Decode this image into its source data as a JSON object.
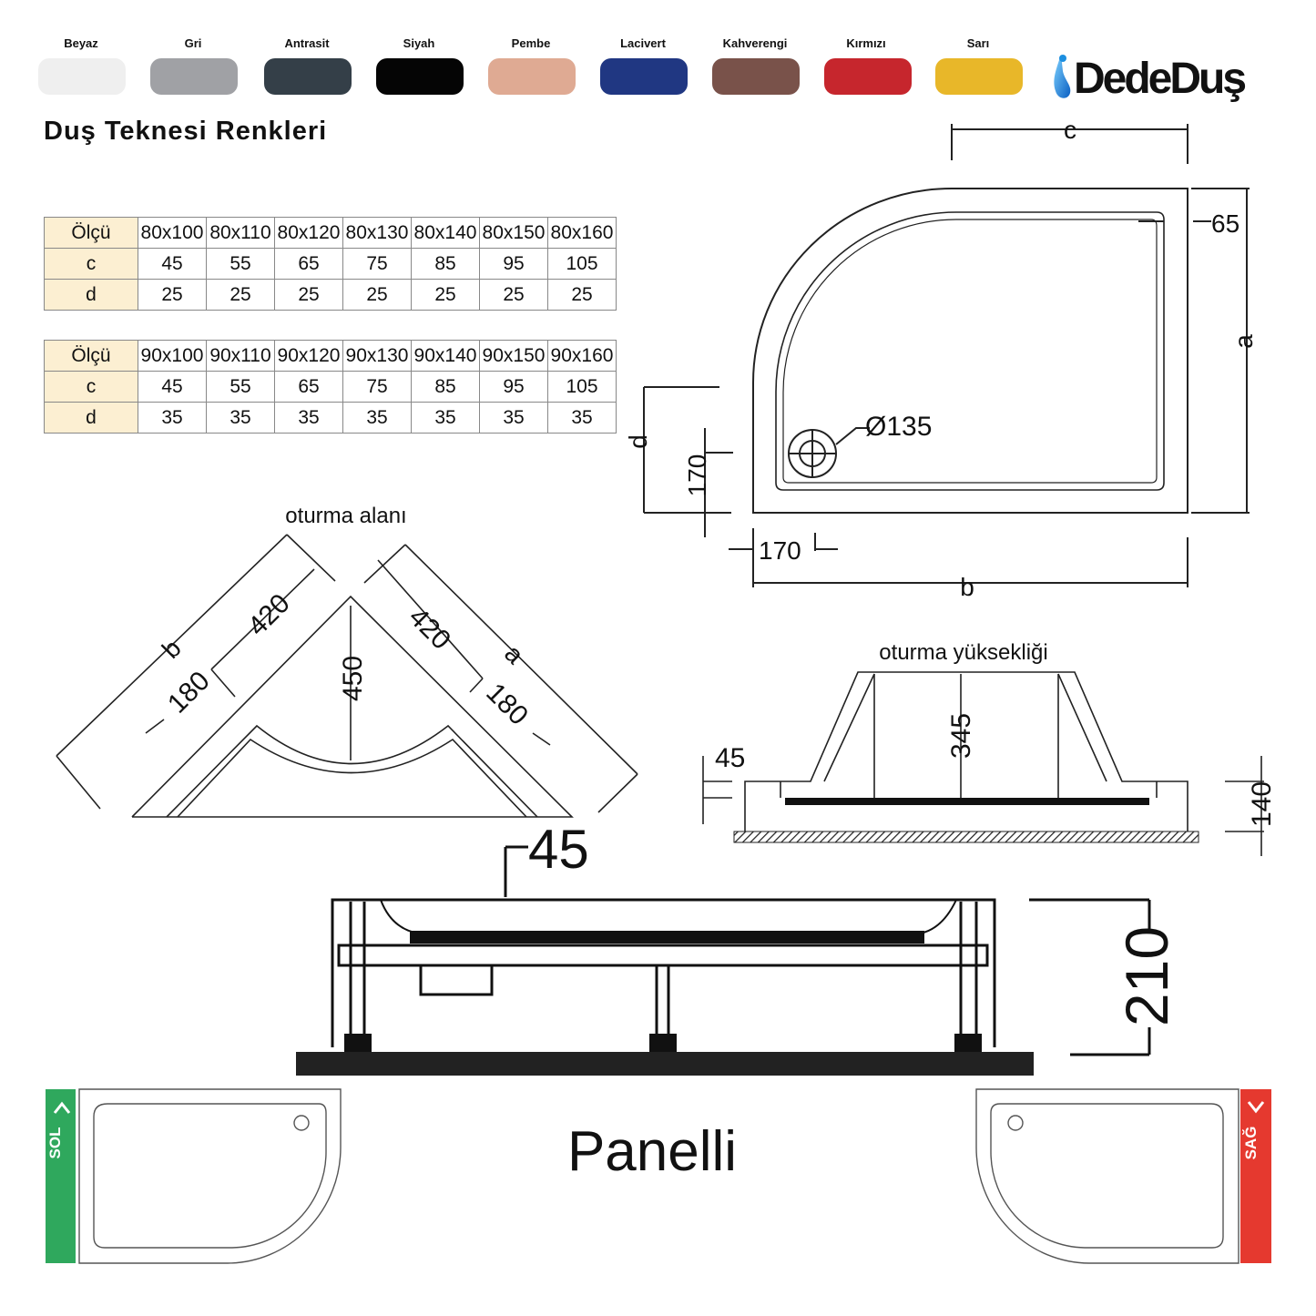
{
  "colors": [
    {
      "name": "Beyaz",
      "hex": "#efefef"
    },
    {
      "name": "Gri",
      "hex": "#a0a1a5"
    },
    {
      "name": "Antrasit",
      "hex": "#343f48"
    },
    {
      "name": "Siyah",
      "hex": "#050505"
    },
    {
      "name": "Pembe",
      "hex": "#dfaa93"
    },
    {
      "name": "Lacivert",
      "hex": "#203782"
    },
    {
      "name": "Kahverengi",
      "hex": "#79524a"
    },
    {
      "name": "Kırmızı",
      "hex": "#c6262d"
    },
    {
      "name": "Sarı",
      "hex": "#e8b729"
    }
  ],
  "brand": {
    "name": "DedeDuş",
    "accent": "#1c8fe0"
  },
  "title": "Duş Teknesi Renkleri",
  "tables": [
    {
      "rows": [
        {
          "label": "Ölçü",
          "cells": [
            "80x100",
            "80x110",
            "80x120",
            "80x130",
            "80x140",
            "80x150",
            "80x160"
          ]
        },
        {
          "label": "c",
          "cells": [
            "45",
            "55",
            "65",
            "75",
            "85",
            "95",
            "105"
          ]
        },
        {
          "label": "d",
          "cells": [
            "25",
            "25",
            "25",
            "25",
            "25",
            "25",
            "25"
          ]
        }
      ]
    },
    {
      "rows": [
        {
          "label": "Ölçü",
          "cells": [
            "90x100",
            "90x110",
            "90x120",
            "90x130",
            "90x140",
            "90x150",
            "90x160"
          ]
        },
        {
          "label": "c",
          "cells": [
            "45",
            "55",
            "65",
            "75",
            "85",
            "95",
            "105"
          ]
        },
        {
          "label": "d",
          "cells": [
            "35",
            "35",
            "35",
            "35",
            "35",
            "35",
            "35"
          ]
        }
      ]
    }
  ],
  "plan": {
    "c": "c",
    "a": "a",
    "b": "b",
    "d": "d",
    "corner": "65",
    "drain": "Ø135",
    "offset_y": "170",
    "offset_x": "170"
  },
  "seat_area": {
    "title": "oturma alanı",
    "b": "b",
    "a": "a",
    "left_420": "420",
    "left_180": "180",
    "depth": "450",
    "right_420": "420",
    "right_180": "180"
  },
  "seat_height": {
    "title": "oturma yüksekliği",
    "height": "345",
    "rim": "45",
    "total": "140"
  },
  "legs": {
    "rim": "45",
    "height": "210"
  },
  "bottom": {
    "left_tab": "SOL",
    "right_tab": "SAĞ",
    "label": "Panelli",
    "left_color": "#2fa85d",
    "right_color": "#e5392f"
  }
}
